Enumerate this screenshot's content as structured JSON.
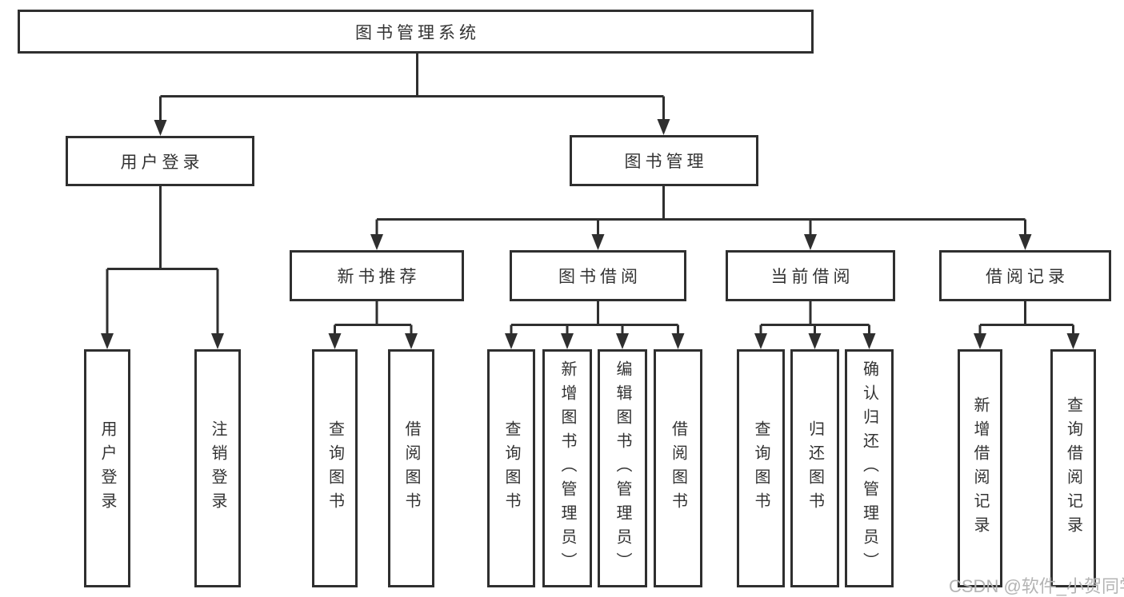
{
  "diagram_title": "图书管理系统",
  "colors": {
    "line": "#2f2f2f",
    "box_border": "#2f2f2f",
    "box_background": "#ffffff",
    "text": "#333333",
    "watermark": "#b4b4b4"
  },
  "nodes": {
    "root": {
      "label": "图书管理系统"
    },
    "user_login": {
      "label": "用户登录"
    },
    "book_mgmt": {
      "label": "图书管理"
    },
    "new_book_rec": {
      "label": "新书推荐"
    },
    "book_borrow": {
      "label": "图书借阅"
    },
    "current_borrow": {
      "label": "当前借阅"
    },
    "borrow_records": {
      "label": "借阅记录"
    },
    "leaf_login": {
      "label": "用户登录"
    },
    "leaf_logout": {
      "label": "注销登录"
    },
    "leaf_query_book_1": {
      "label": "查询图书"
    },
    "leaf_borrow_book_1": {
      "label": "借阅图书"
    },
    "leaf_query_book_2": {
      "label": "查询图书"
    },
    "leaf_add_book": {
      "label": "新增图书（管理员）"
    },
    "leaf_edit_book": {
      "label": "编辑图书（管理员）"
    },
    "leaf_borrow_book_2": {
      "label": "借阅图书"
    },
    "leaf_query_book_3": {
      "label": "查询图书"
    },
    "leaf_return_book": {
      "label": "归还图书"
    },
    "leaf_confirm_return": {
      "label": "确认归还（管理员）"
    },
    "leaf_add_record": {
      "label": "新增借阅记录"
    },
    "leaf_query_record": {
      "label": "查询借阅记录"
    }
  },
  "watermark": {
    "text": "CSDN @软件_小贺同学"
  }
}
